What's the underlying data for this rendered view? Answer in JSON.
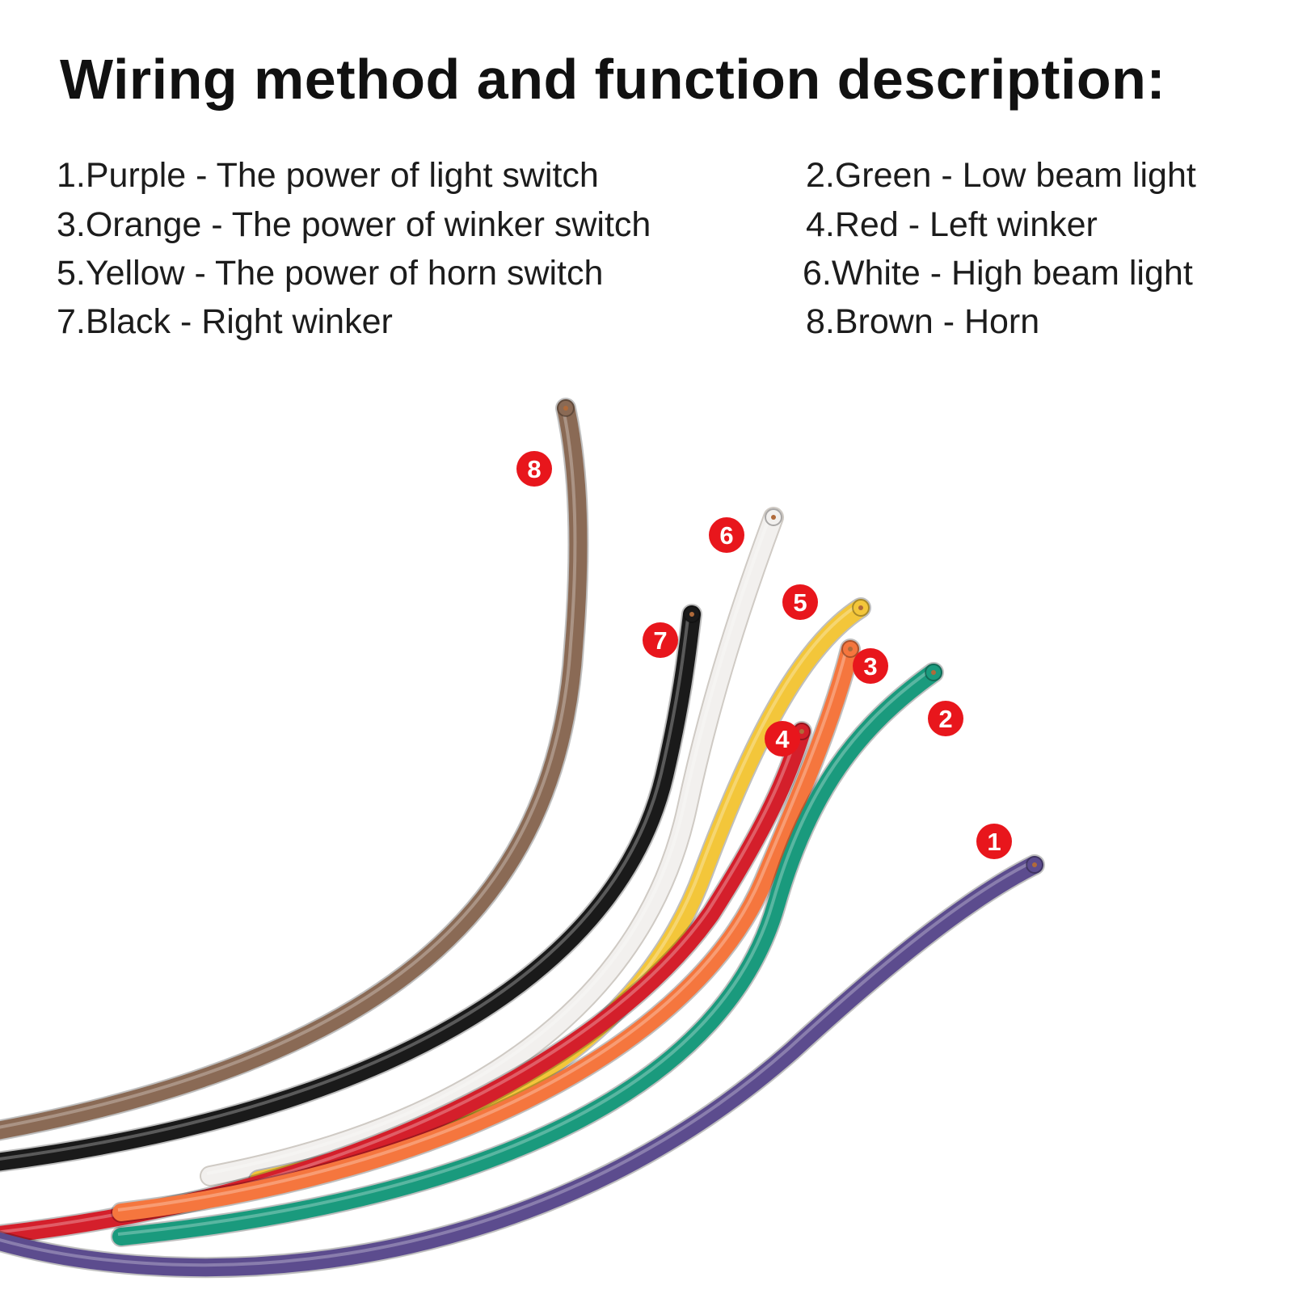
{
  "title": "Wiring method and function description:",
  "legend": [
    {
      "id": "1",
      "text": "1.Purple - The power of light switch"
    },
    {
      "id": "2",
      "text": "2.Green - Low beam light"
    },
    {
      "id": "3",
      "text": "3.Orange - The power of winker switch"
    },
    {
      "id": "4",
      "text": "4.Red - Left winker"
    },
    {
      "id": "5",
      "text": "5.Yellow - The power of horn switch"
    },
    {
      "id": "6",
      "text": "6.White - High beam light"
    },
    {
      "id": "7",
      "text": "7.Black - Right winker"
    },
    {
      "id": "8",
      "text": "8.Brown - Horn"
    }
  ],
  "wires": [
    {
      "number": "8",
      "color": "Brown",
      "hex": "#8a6a55"
    },
    {
      "number": "7",
      "color": "Black",
      "hex": "#1a1a1a"
    },
    {
      "number": "6",
      "color": "White",
      "hex": "#f2f0ee"
    },
    {
      "number": "5",
      "color": "Yellow",
      "hex": "#f3c63a"
    },
    {
      "number": "4",
      "color": "Red",
      "hex": "#d41f2b"
    },
    {
      "number": "3",
      "color": "Orange",
      "hex": "#f5763e"
    },
    {
      "number": "2",
      "color": "Green",
      "hex": "#1a9a7d"
    },
    {
      "number": "1",
      "color": "Purple",
      "hex": "#5c4c8e"
    }
  ],
  "badge_color": "#e8161c"
}
